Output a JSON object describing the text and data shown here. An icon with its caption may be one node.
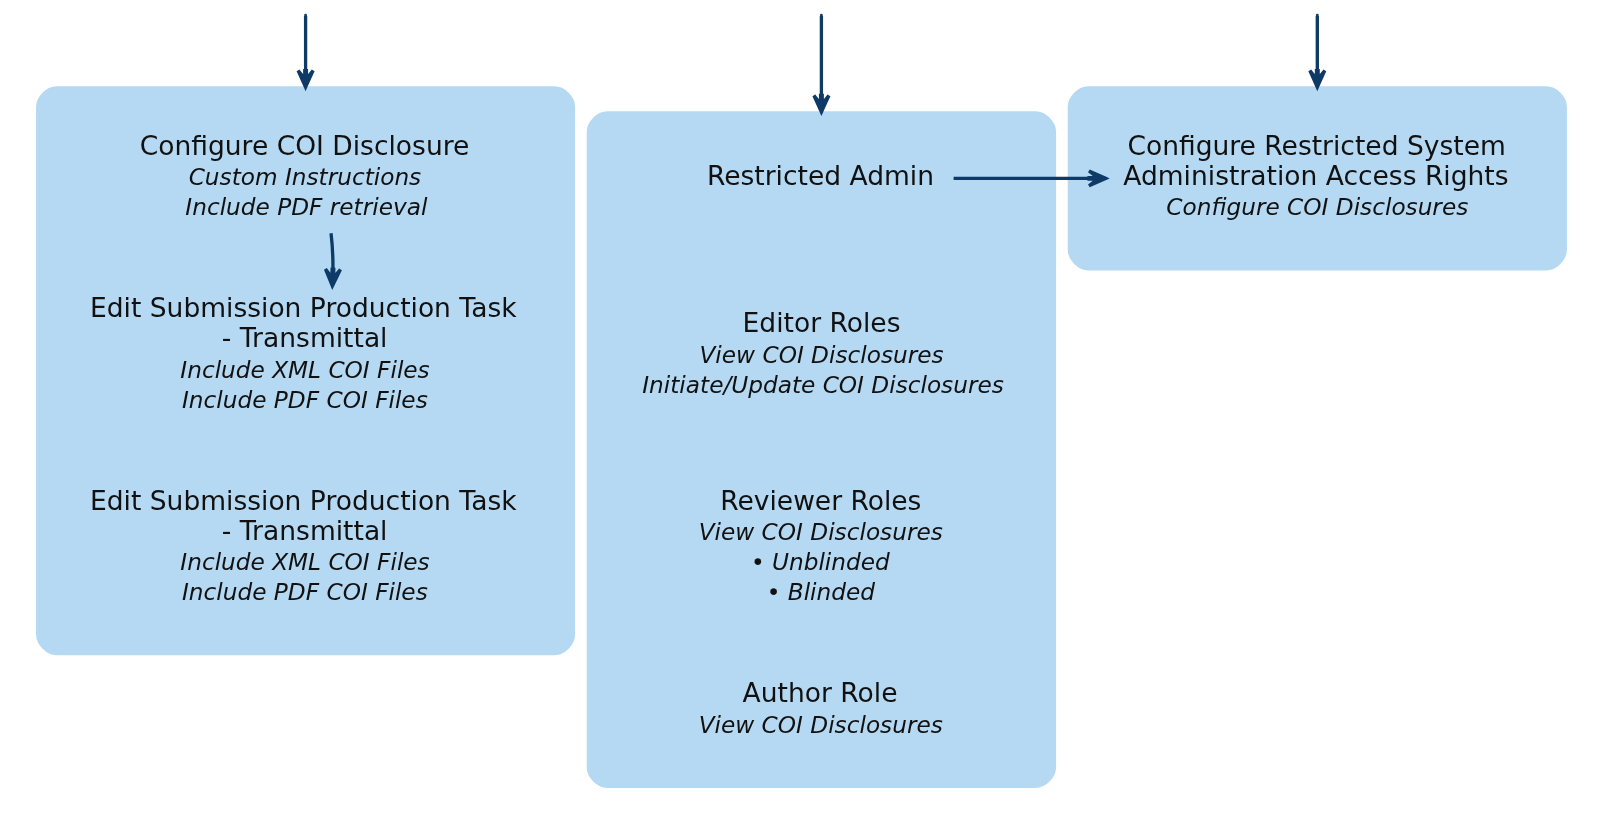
{
  "diagram": {
    "nodes": [
      {
        "text": [],
        "shape": "box"
      },
      {
        "text": [
          "Configure COI Disclosure",
          "Custom Instructions",
          "Include PDF retrieval"
        ],
        "in": 0
      },
      {
        "text": [
          "Edit Submission Production Task - Transmittal",
          "Include XML COI Files",
          "Include PDF COI Files"
        ],
        "in": 0
      },
      {
        "text": [
          "Edit Submission Production Task - Transmittal",
          "Include XML COI Files",
          "Include PDF COI Files"
        ],
        "in": 0
      },
      {
        "text": [],
        "shape": "box"
      },
      {
        "text": [
          "Restricted Admin"
        ],
        "in": 4
      },
      {
        "text": [
          "Editor Roles",
          "View COI Disclosures",
          "Initiate/Update COI Disclosures"
        ],
        "in": 4
      },
      {
        "text": [
          "Reviewer Roles",
          "View COI Disclosures",
          "• Unblinded",
          "• Blinded"
        ],
        "in": 4
      },
      {
        "text": [
          "Author Role",
          "View COI Disclosures"
        ],
        "in": 4
      },
      {
        "text": [],
        "shape": "box"
      },
      {
        "text": [
          "Configure Restricted System Administration Access Rights",
          "Configure COI Disclosures"
        ],
        "in": 9
      }
    ],
    "edges": [
      {
        "from": null,
        "to": 0,
        "arrow": "to"
      },
      {
        "from": null,
        "to": 4,
        "arrow": "to"
      },
      {
        "from": null,
        "to": 9,
        "arrow": "to"
      },
      {
        "from": 1,
        "to": 2,
        "arrow": "to"
      },
      {
        "from": 5,
        "to": 10,
        "arrow": "to"
      }
    ]
  }
}
